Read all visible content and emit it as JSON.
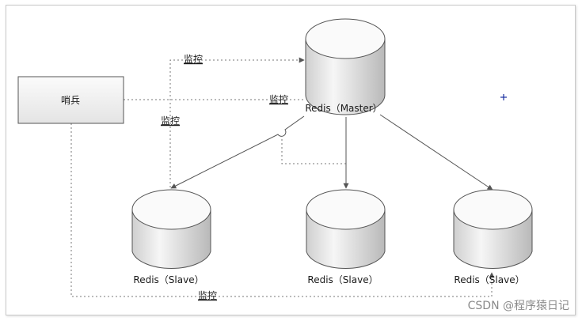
{
  "diagram": {
    "sentinel": {
      "label": "哨兵"
    },
    "master": {
      "label": "Redis（Master）"
    },
    "slaves": [
      {
        "label": "Redis（Slave）"
      },
      {
        "label": "Redis（Slave）"
      },
      {
        "label": "Redis（Slave）"
      }
    ],
    "monitor_labels": {
      "top": "监控",
      "left": "监控",
      "middle": "监控",
      "bottom": "监控"
    }
  },
  "watermark": "CSDN @程序猿日记",
  "colors": {
    "cylinder_light": "#f4f4f4",
    "cylinder_dark": "#c4c4c4",
    "edge": "#555555",
    "dashed": "#777777"
  }
}
